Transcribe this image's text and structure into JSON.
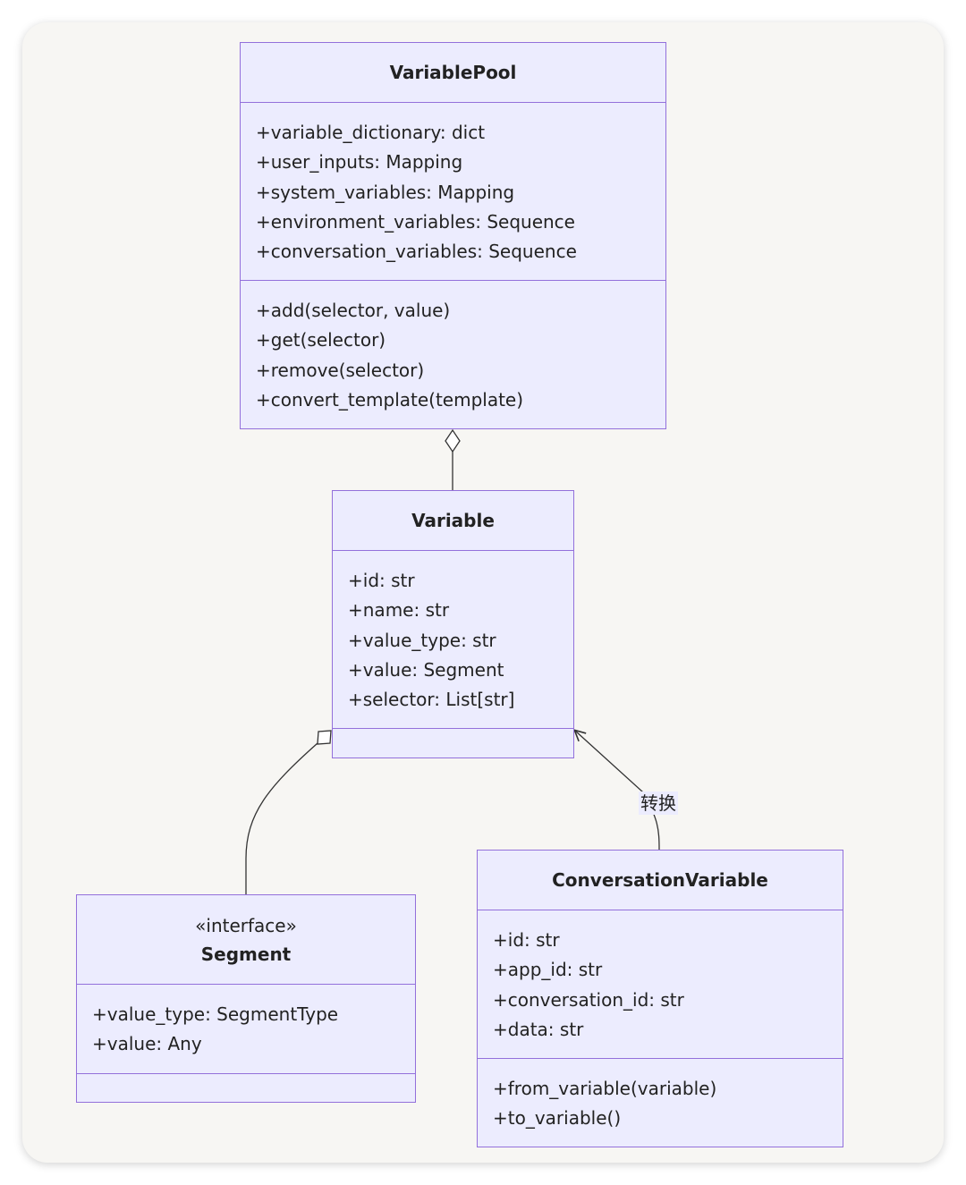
{
  "classes": {
    "variable_pool": {
      "name": "VariablePool",
      "attributes": [
        "+variable_dictionary: dict",
        "+user_inputs: Mapping",
        "+system_variables: Mapping",
        "+environment_variables: Sequence",
        "+conversation_variables: Sequence"
      ],
      "methods": [
        "+add(selector, value)",
        "+get(selector)",
        "+remove(selector)",
        "+convert_template(template)"
      ]
    },
    "variable": {
      "name": "Variable",
      "attributes": [
        "+id: str",
        "+name: str",
        "+value_type: str",
        "+value: Segment",
        "+selector: List[str]"
      ],
      "methods": []
    },
    "segment": {
      "stereotype": "«interface»",
      "name": "Segment",
      "attributes": [
        "+value_type: SegmentType",
        "+value: Any"
      ],
      "methods": []
    },
    "conversation_variable": {
      "name": "ConversationVariable",
      "attributes": [
        "+id: str",
        "+app_id: str",
        "+conversation_id: str",
        "+data: str"
      ],
      "methods": [
        "+from_variable(variable)",
        "+to_variable()"
      ]
    }
  },
  "relations": {
    "pool_variable": {
      "type": "aggregation",
      "from": "VariablePool",
      "to": "Variable"
    },
    "variable_segment": {
      "type": "aggregation",
      "from": "Variable",
      "to": "Segment"
    },
    "conversation_variable": {
      "type": "association",
      "from": "ConversationVariable",
      "to": "Variable",
      "label": "转换"
    }
  },
  "colors": {
    "box_fill": "#ececfe",
    "box_border": "#9370db",
    "edge": "#333333",
    "canvas": "#f7f6f3"
  }
}
